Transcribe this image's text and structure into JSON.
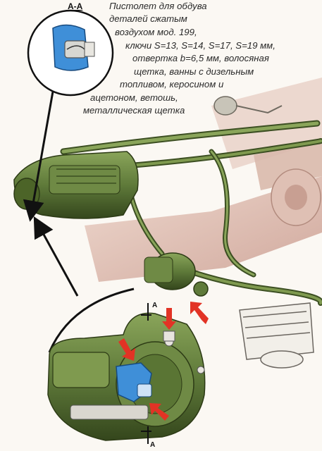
{
  "section_label": "А-А",
  "cut_marks": {
    "top": "А",
    "bottom": "А"
  },
  "caption_lines": [
    "Пистолет для обдува",
    "деталей сжатым",
    "воздухом мод. 199,",
    "ключи S=13, S=14, S=17, S=19 мм,",
    "отвертка b=6,5 мм,  волосяная",
    "щетка, ванны с дизельным",
    "топливом, керосином и",
    "ацетоном, ветошь,",
    "металлическая щетка"
  ],
  "colors": {
    "engine_olive": "#5f7a3a",
    "engine_dark": "#3c4f22",
    "pipe_olive": "#6f8a45",
    "frame_pink": "#d7b2a6",
    "blue_part": "#3f8fd8",
    "red_arrow": "#e23325"
  }
}
